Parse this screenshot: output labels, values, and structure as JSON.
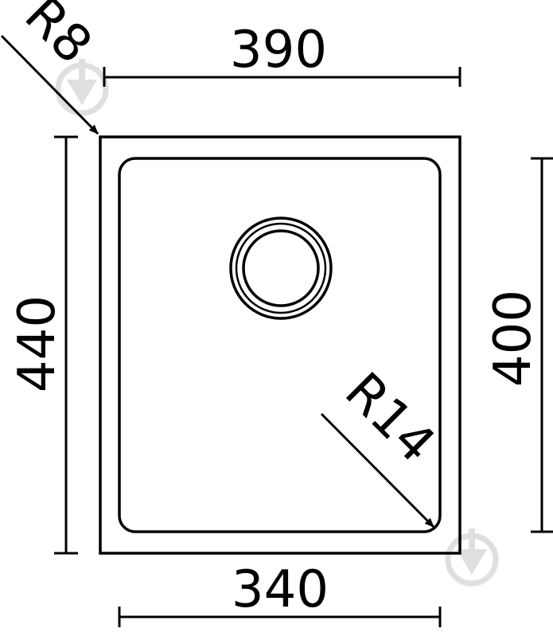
{
  "dimensions": {
    "top_width": "390",
    "bottom_width": "340",
    "left_height": "440",
    "right_height": "400",
    "outer_corner_radius": "R8",
    "inner_corner_radius": "R14"
  },
  "colors": {
    "line": "#000000",
    "watermark": "#d9d9d9",
    "background": "#ffffff"
  },
  "watermark_icon": "download-arrow-circle-icon"
}
